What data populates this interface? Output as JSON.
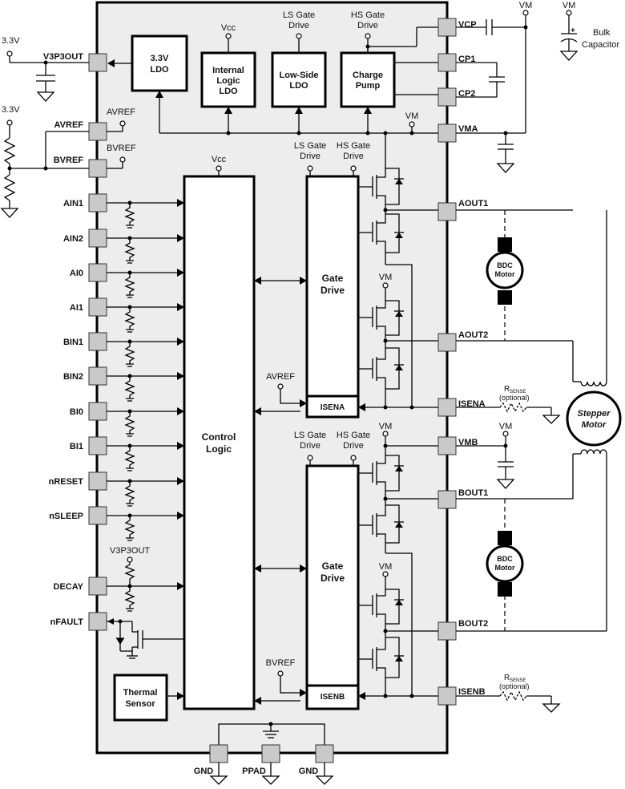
{
  "blocks": {
    "ldo33": [
      "3.3V",
      "LDO"
    ],
    "internal_ldo": [
      "Internal",
      "Logic",
      "LDO"
    ],
    "lowside_ldo": [
      "Low-Side",
      "LDO"
    ],
    "charge_pump": [
      "Charge",
      "Pump"
    ],
    "control_logic": [
      "Control",
      "Logic"
    ],
    "gate_drive_a": [
      "Gate",
      "Drive"
    ],
    "gate_drive_b": [
      "Gate",
      "Drive"
    ],
    "isena": "ISENA",
    "isenb": "ISENB",
    "thermal_sensor": [
      "Thermal",
      "Sensor"
    ]
  },
  "left_pins": [
    "V3P3OUT",
    "AVREF",
    "BVREF",
    "AIN1",
    "AIN2",
    "AI0",
    "AI1",
    "BIN1",
    "BIN2",
    "BI0",
    "BI1",
    "nRESET",
    "nSLEEP",
    "DECAY",
    "nFAULT"
  ],
  "right_pins": [
    "VCP",
    "CP1",
    "CP2",
    "VMA",
    "AOUT1",
    "AOUT2",
    "ISENA",
    "VMB",
    "BOUT1",
    "BOUT2",
    "ISENB"
  ],
  "bottom_pins": [
    "GND",
    "PPAD",
    "GND"
  ],
  "labels": {
    "v33": "3.3V",
    "vcc": "Vcc",
    "vm": "VM",
    "ls_gate_drive": [
      "LS Gate",
      "Drive"
    ],
    "hs_gate_drive": [
      "HS Gate",
      "Drive"
    ],
    "avref": "AVREF",
    "bvref": "BVREF",
    "v3p3out": "V3P3OUT",
    "bulk_capacitor": [
      "Bulk",
      "Capacitor"
    ],
    "cap_plus": "+",
    "rsense_r": "R",
    "rsense_sub": "SENSE",
    "optional": "(optional)",
    "bdc_motor": [
      "BDC",
      "Motor"
    ],
    "stepper_motor": [
      "Stepper",
      "Motor"
    ]
  }
}
